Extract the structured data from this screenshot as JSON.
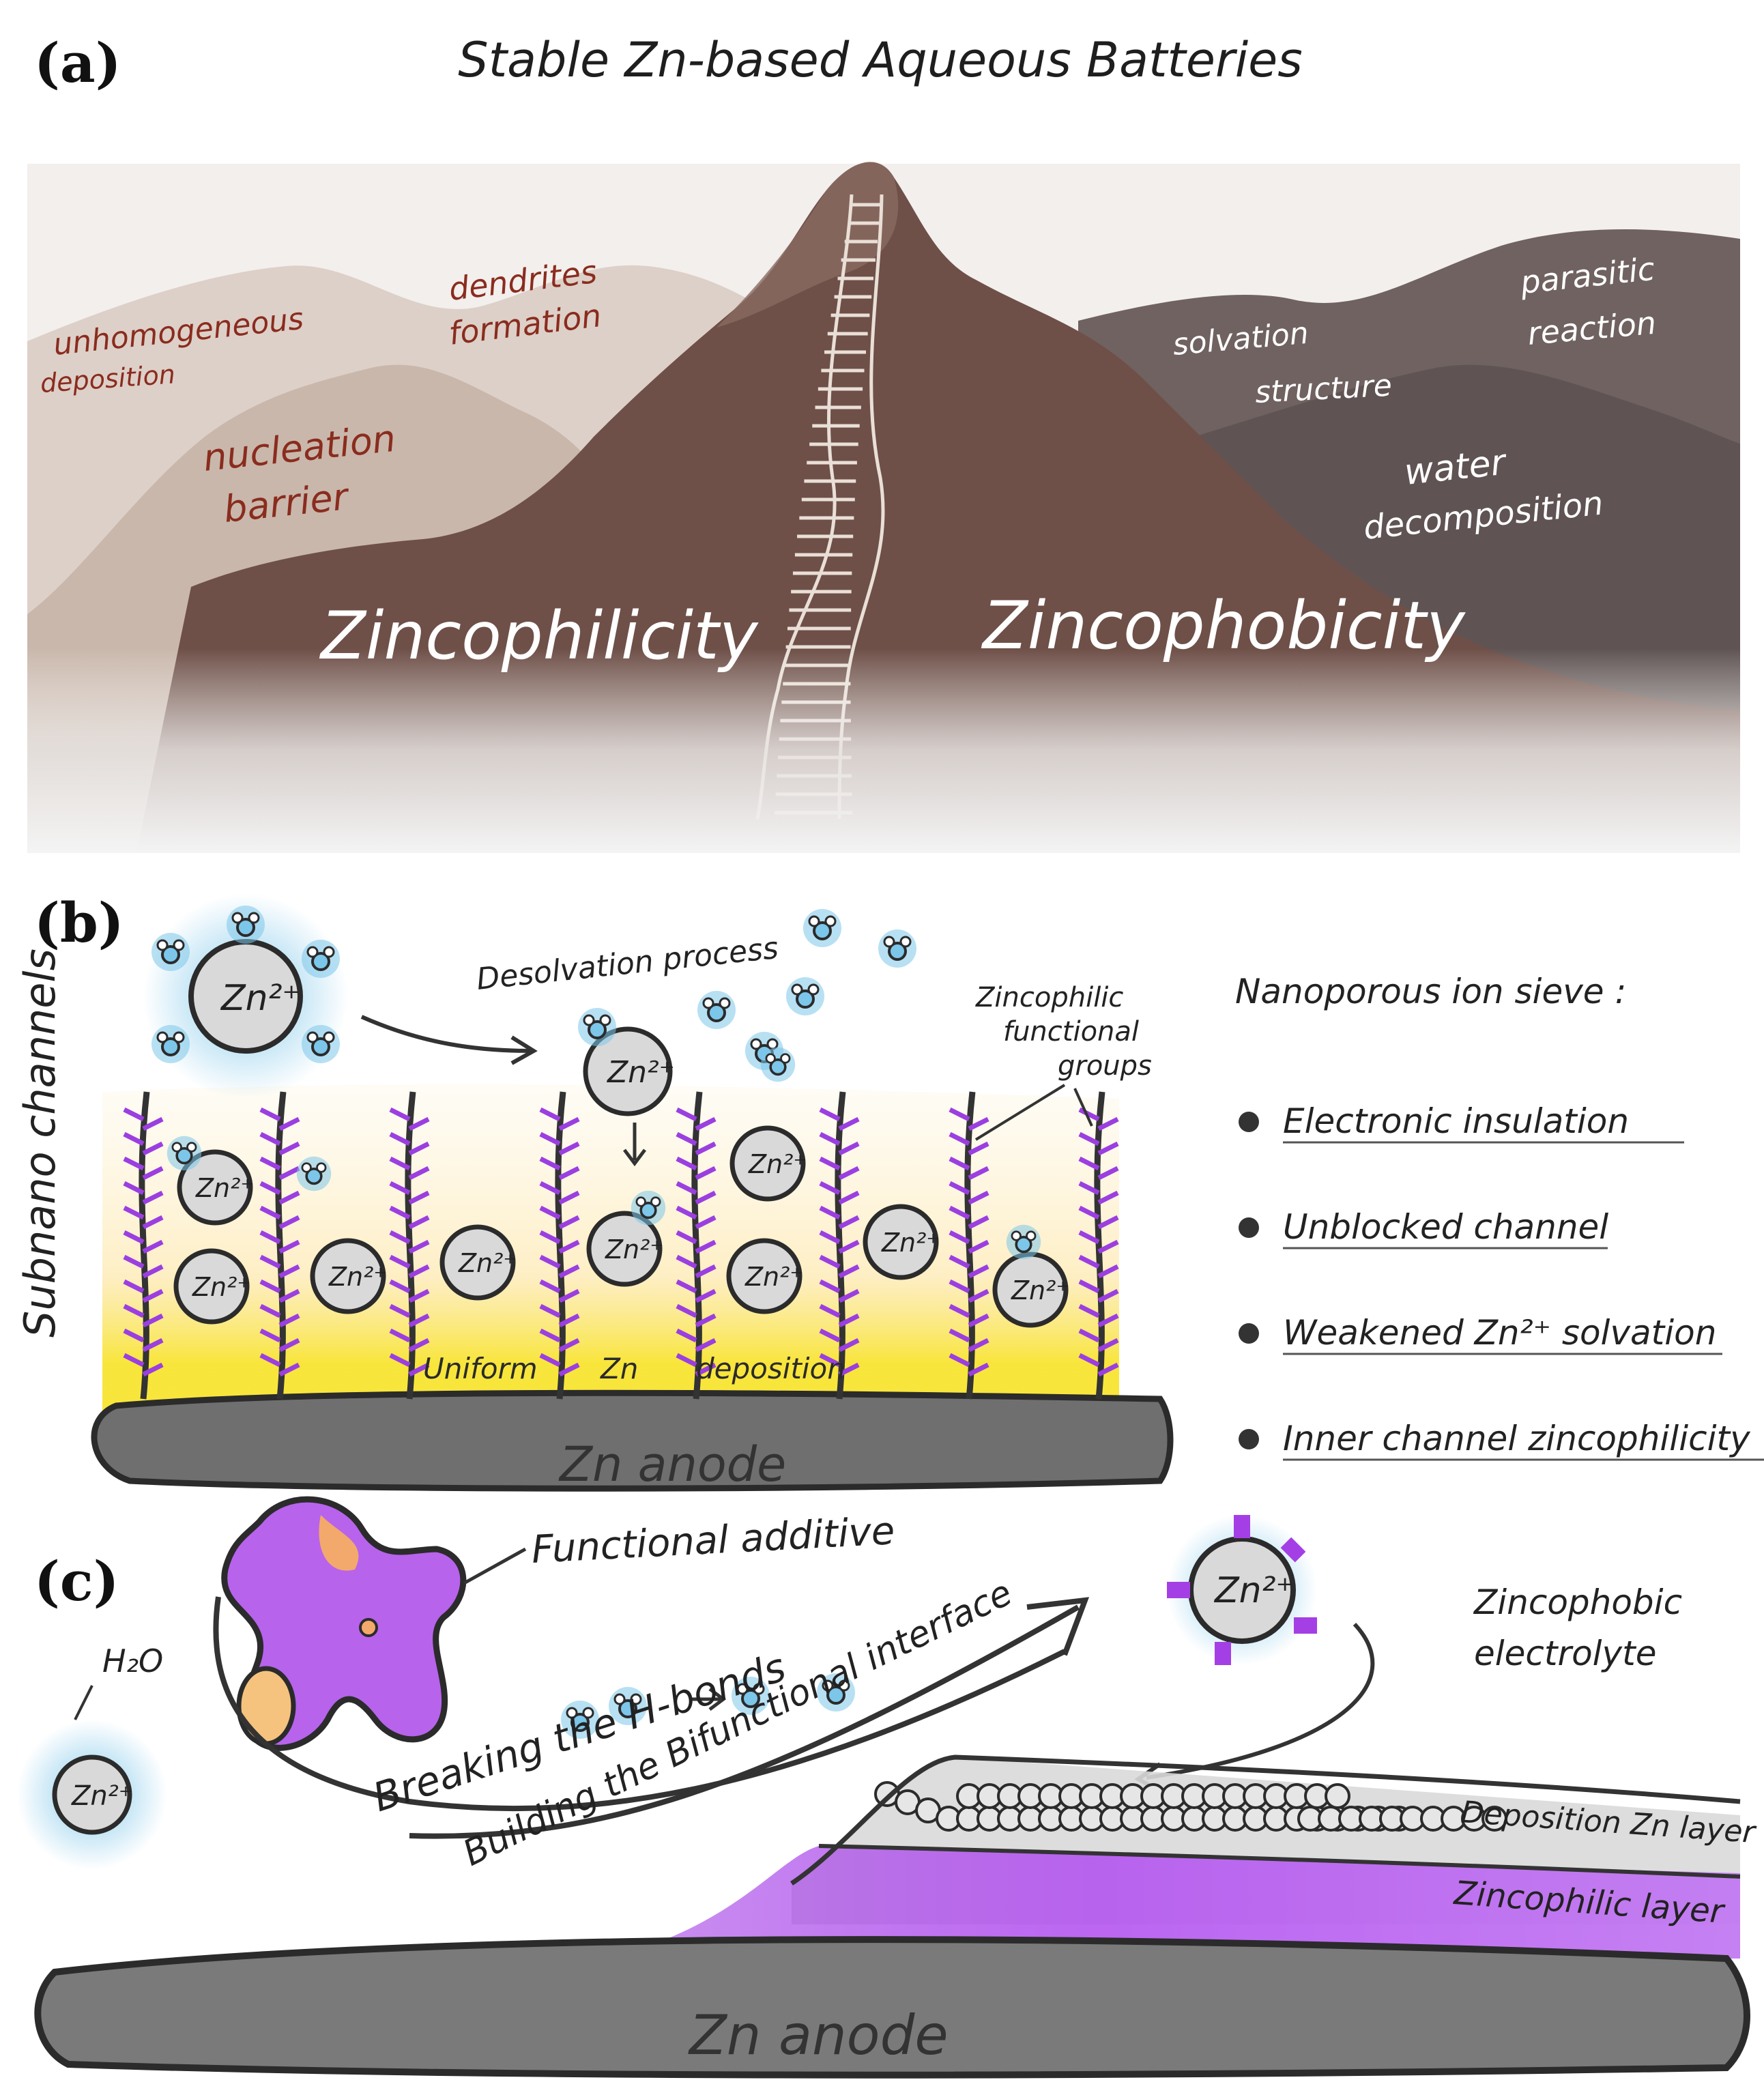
{
  "panel_a": {
    "label": "(a)",
    "title": "Stable Zn-based Aqueous Batteries",
    "left_labels": [
      "unhomogeneous",
      "deposition",
      "dendrites",
      "formation",
      "nucleation",
      "barrier"
    ],
    "right_labels": [
      "solvation",
      "structure",
      "parasitic",
      "reaction",
      "water",
      "decomposition"
    ],
    "zincophilicity": "Zincophilicity",
    "zincophobicity": "Zincophobicity"
  },
  "panel_b": {
    "label": "(b)",
    "vertical_label": "Subnano channels",
    "desolvation": "Desolvation process",
    "groups": [
      "Zincophilic",
      "functional",
      "groups"
    ],
    "deposition_words": [
      "Uniform",
      "Zn",
      "deposition"
    ],
    "anode": "Zn anode",
    "sieve_title": "Nanoporous ion sieve :",
    "bullets": [
      "Electronic insulation",
      "Unblocked channel",
      "Weakened Zn²⁺ solvation",
      "Inner channel zincophilicity"
    ],
    "ion": "Zn²⁺"
  },
  "panel_c": {
    "label": "(c)",
    "additive": "Functional additive",
    "water": "H₂O",
    "electrolyte": [
      "Zincophobic",
      "electrolyte"
    ],
    "breaking": "Breaking the H-bonds",
    "building": "Building the Bifunctional interface",
    "deposition_layer": "Deposition Zn layer",
    "zincophilic_layer": "Zincophilic layer",
    "anode": "Zn anode",
    "ion": "Zn²⁺"
  },
  "colors": {
    "ink": "#2b2b2b",
    "mountain_dark": "#6e5048",
    "mountain_light": "#c6b3a8",
    "mountain_right": "#5f5453",
    "red_text": "#8a2c1e",
    "purple": "#9b3fe0",
    "yellow": "#f8e431",
    "water_blue": "#7cc6ea",
    "anode_gray": "#6f6f6f"
  }
}
